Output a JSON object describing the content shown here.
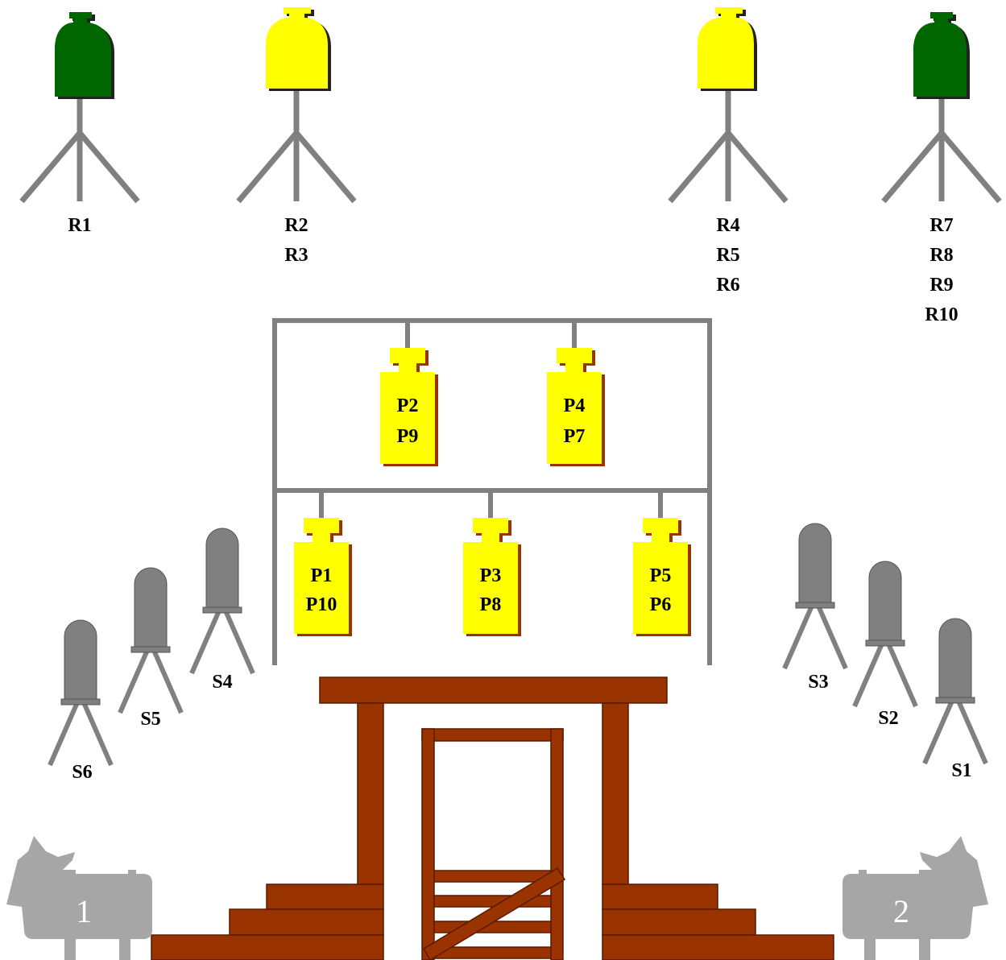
{
  "colors": {
    "green": "#006600",
    "yellow": "#ffff00",
    "gray": "#808080",
    "gray_dark": "#555555",
    "wood": "#993300",
    "wood_outline": "#5a1a00",
    "shadow": "#993300",
    "pen_gray": "#a6a6a6"
  },
  "top_weights": [
    {
      "color": "green",
      "labels": [
        "R1"
      ]
    },
    {
      "color": "yellow",
      "labels": [
        "R2",
        "R3"
      ]
    },
    {
      "color": "yellow",
      "labels": [
        "R4",
        "R5",
        "R6"
      ]
    },
    {
      "color": "green",
      "labels": [
        "R7",
        "R8",
        "R9",
        "R10"
      ]
    }
  ],
  "hanging_weights": [
    {
      "lines": [
        "P2",
        "P9"
      ]
    },
    {
      "lines": [
        "P4",
        "P7"
      ]
    },
    {
      "lines": [
        "P1",
        "P10"
      ]
    },
    {
      "lines": [
        "P3",
        "P8"
      ]
    },
    {
      "lines": [
        "P5",
        "P6"
      ]
    }
  ],
  "standing_weights": [
    {
      "label": "S6"
    },
    {
      "label": "S5"
    },
    {
      "label": "S4"
    },
    {
      "label": "S3"
    },
    {
      "label": "S2"
    },
    {
      "label": "S1"
    }
  ],
  "pens": [
    {
      "number": "1"
    },
    {
      "number": "2"
    }
  ]
}
